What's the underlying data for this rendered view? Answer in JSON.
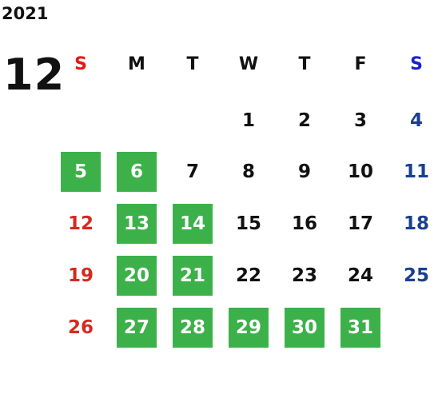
{
  "calendar": {
    "year": "2021",
    "month": "12",
    "weekdays": [
      {
        "label": "S",
        "color": "#e01b14"
      },
      {
        "label": "M",
        "color": "#111111"
      },
      {
        "label": "T",
        "color": "#111111"
      },
      {
        "label": "W",
        "color": "#111111"
      },
      {
        "label": "T",
        "color": "#111111"
      },
      {
        "label": "F",
        "color": "#111111"
      },
      {
        "label": "S",
        "color": "#1a22c9"
      }
    ],
    "highlight_color": "#3cb14a",
    "weeks": [
      [
        {
          "day": ""
        },
        {
          "day": ""
        },
        {
          "day": ""
        },
        {
          "day": "1"
        },
        {
          "day": "2"
        },
        {
          "day": "3"
        },
        {
          "day": "4",
          "kind": "sat"
        }
      ],
      [
        {
          "day": "5",
          "kind": "sun",
          "highlighted": true
        },
        {
          "day": "6",
          "highlighted": true
        },
        {
          "day": "7"
        },
        {
          "day": "8"
        },
        {
          "day": "9"
        },
        {
          "day": "10"
        },
        {
          "day": "11",
          "kind": "sat"
        }
      ],
      [
        {
          "day": "12",
          "kind": "sun"
        },
        {
          "day": "13",
          "highlighted": true
        },
        {
          "day": "14",
          "highlighted": true
        },
        {
          "day": "15"
        },
        {
          "day": "16"
        },
        {
          "day": "17"
        },
        {
          "day": "18",
          "kind": "sat"
        }
      ],
      [
        {
          "day": "19",
          "kind": "sun"
        },
        {
          "day": "20",
          "highlighted": true
        },
        {
          "day": "21",
          "highlighted": true
        },
        {
          "day": "22"
        },
        {
          "day": "23"
        },
        {
          "day": "24"
        },
        {
          "day": "25",
          "kind": "sat"
        }
      ],
      [
        {
          "day": "26",
          "kind": "sun"
        },
        {
          "day": "27",
          "highlighted": true
        },
        {
          "day": "28",
          "highlighted": true
        },
        {
          "day": "29",
          "highlighted": true
        },
        {
          "day": "30",
          "highlighted": true
        },
        {
          "day": "31",
          "highlighted": true
        },
        {
          "day": ""
        }
      ]
    ]
  }
}
